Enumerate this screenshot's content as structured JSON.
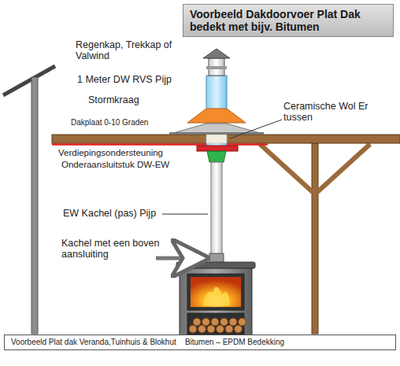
{
  "diagram": {
    "title": "Voorbeeld Dakdoorvoer Plat Dak bedekt met bijv. Bitumen",
    "caption": "Voorbeeld Plat dak Veranda,Tuinhuis & Blokhut    Bitumen – EPDM Bedekking",
    "labels": [
      "Regenkap, Trekkap of Valwind",
      "1 Meter DW RVS Pijp",
      "Stormkraag",
      "Dakplaat 0-10 Graden",
      "Ceramische Wol Er tussen",
      "Verdiepingsondersteuning",
      "Onderaansluitstuk DW-EW",
      "EW Kachel (pas) Pijp",
      "Kachel met een boven aansluiting"
    ]
  }
}
